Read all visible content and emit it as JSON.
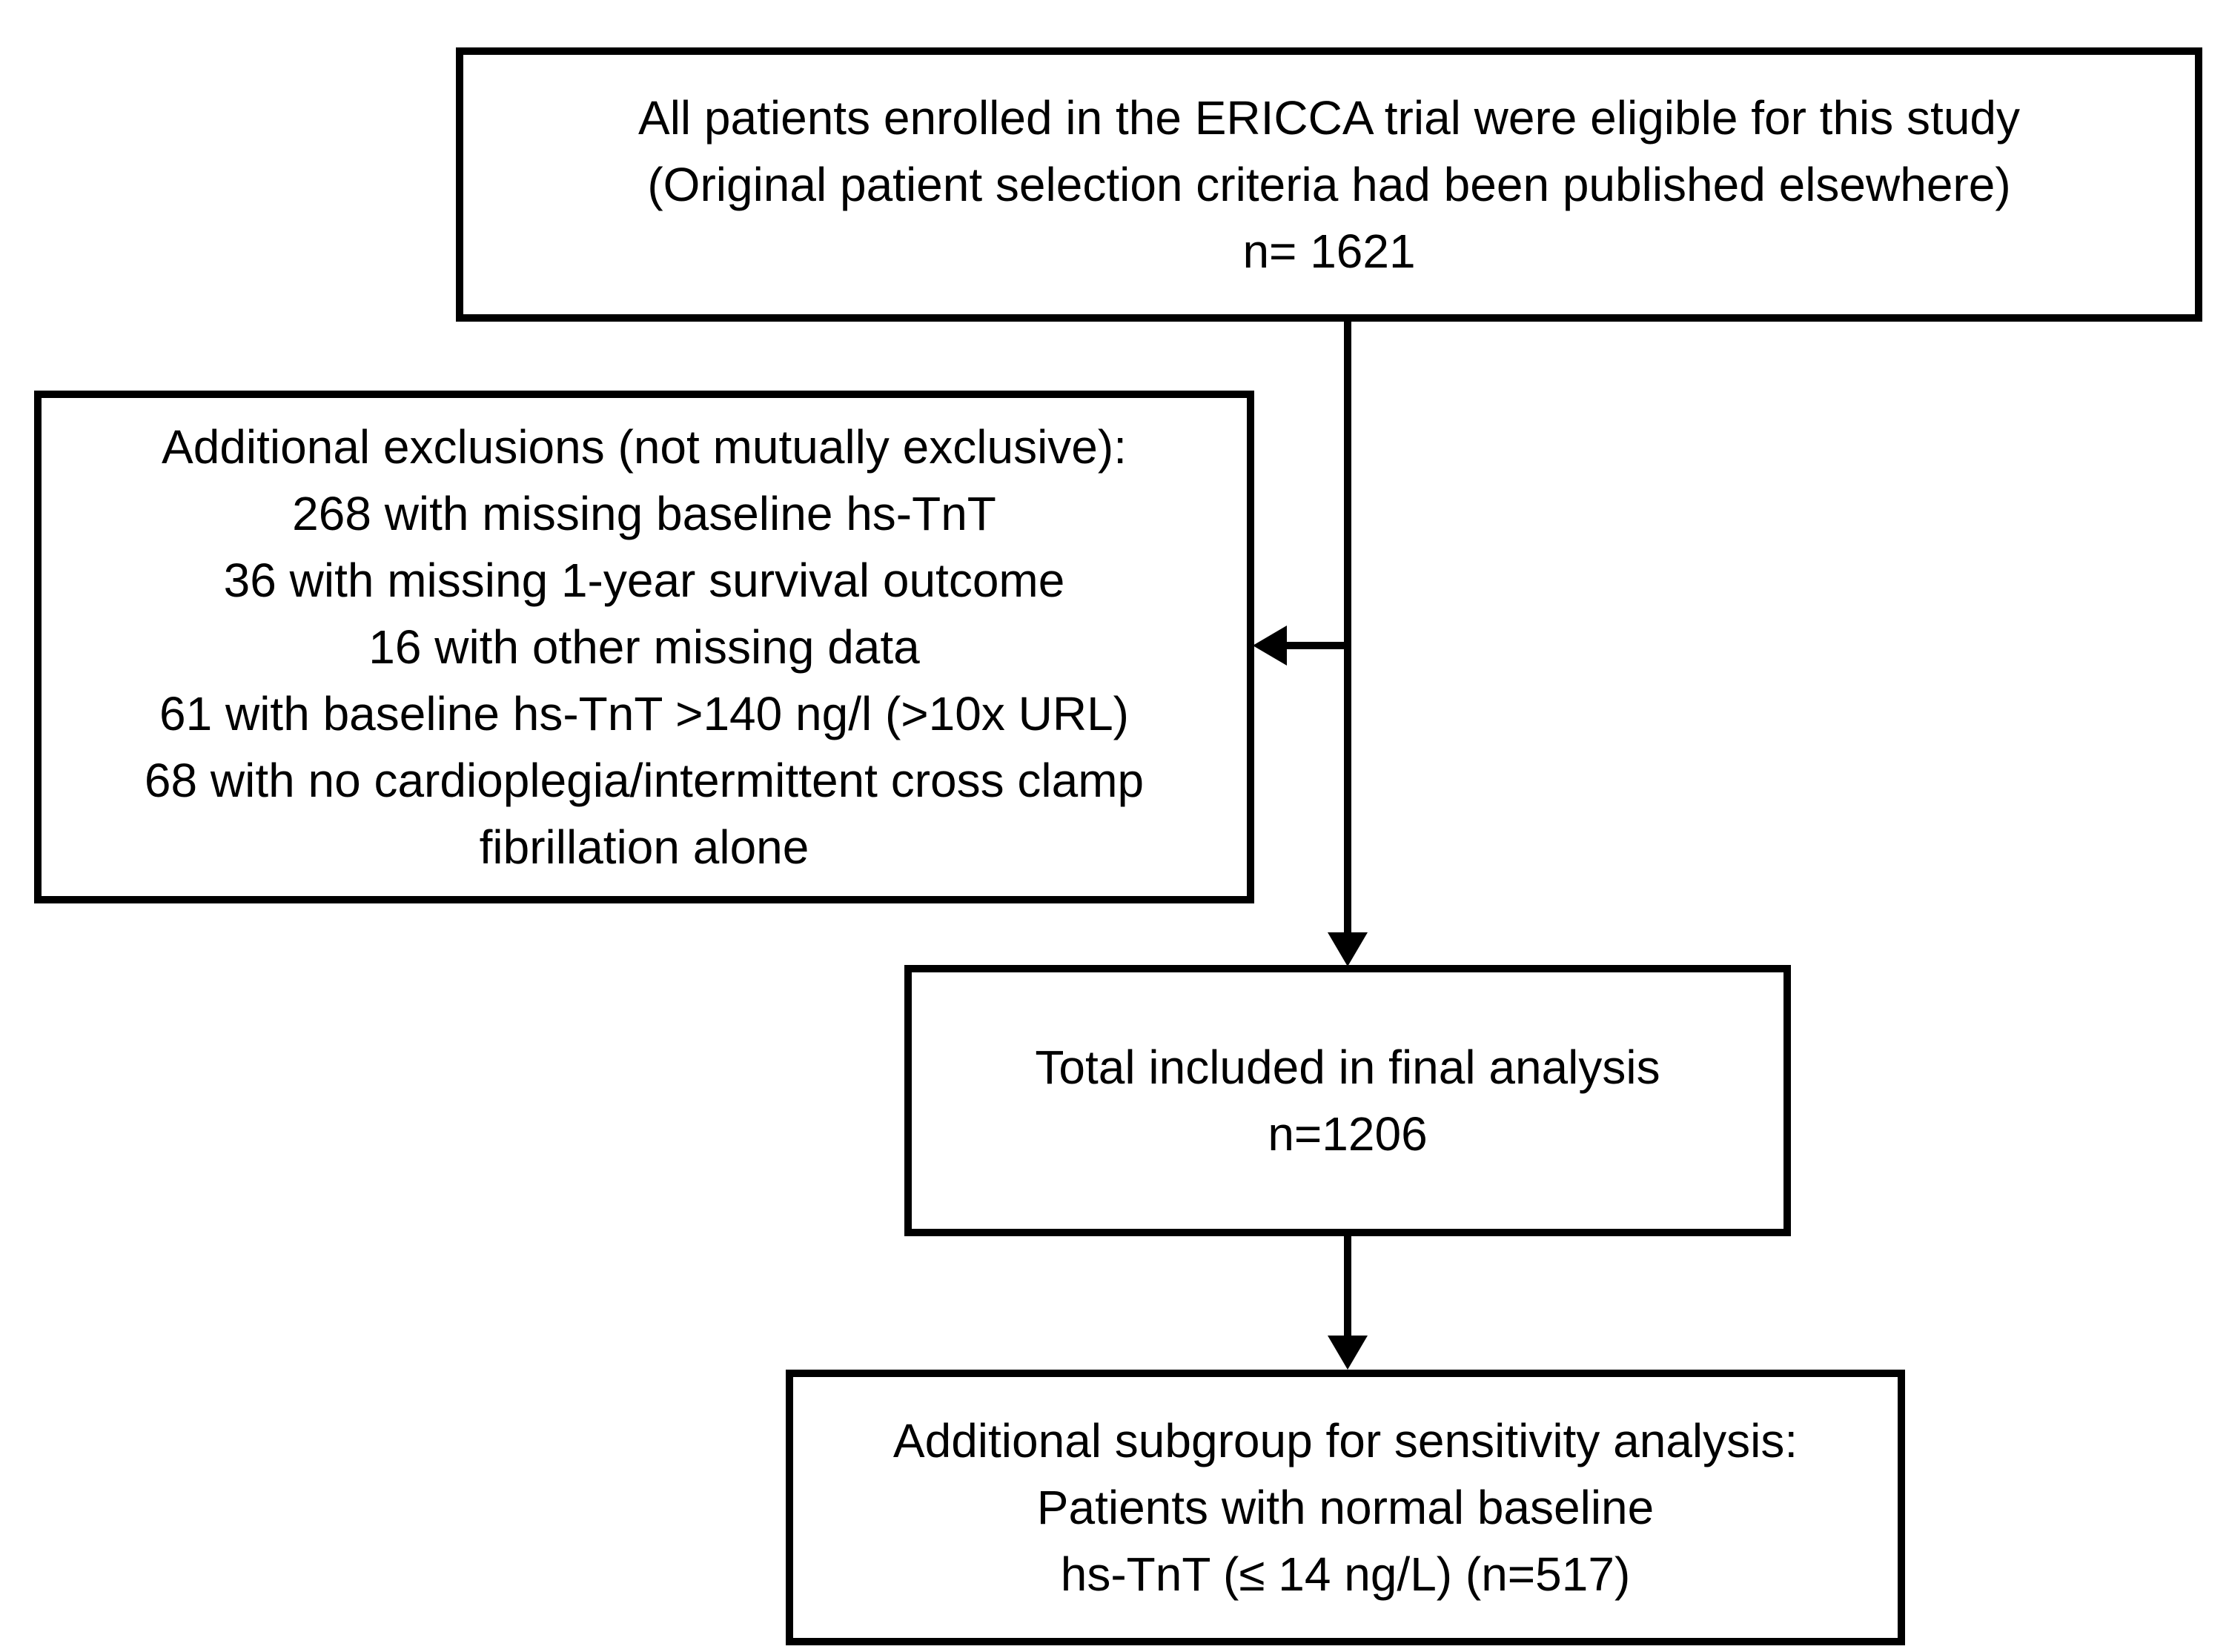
{
  "diagram": {
    "type": "study-flow-diagram",
    "colors": {
      "line": "#000000",
      "text": "#000000",
      "background": "#ffffff"
    },
    "boxes": {
      "eligible": {
        "lines": [
          "All patients enrolled in the ERICCA trial were eligible for this study",
          "(Original patient selection criteria had been published elsewhere)",
          "n= 1621"
        ],
        "n": "1621"
      },
      "exclusions": {
        "lines": [
          "Additional exclusions (not mutually exclusive):",
          "268 with missing baseline hs-TnT",
          "36 with missing 1-year survival outcome",
          "16 with other missing data",
          "61 with baseline hs-TnT >140 ng/l (>10x URL)",
          "68 with no cardioplegia/intermittent cross clamp fibrillation alone"
        ],
        "counts": [
          "268",
          "36",
          "16",
          "61",
          "68"
        ]
      },
      "final": {
        "lines": [
          "Total included in final analysis",
          "n=1206"
        ],
        "n": "1206"
      },
      "subgroup": {
        "lines": [
          "Additional subgroup for sensitivity analysis:",
          "Patients with normal baseline",
          "hs-TnT (≤ 14 ng/L) (n=517)"
        ],
        "n": "517"
      }
    },
    "arrows": [
      {
        "from": "eligible",
        "to": "final",
        "direction": "down"
      },
      {
        "from": "eligible-final-connector",
        "to": "exclusions",
        "direction": "left"
      },
      {
        "from": "final",
        "to": "subgroup",
        "direction": "down"
      }
    ]
  }
}
